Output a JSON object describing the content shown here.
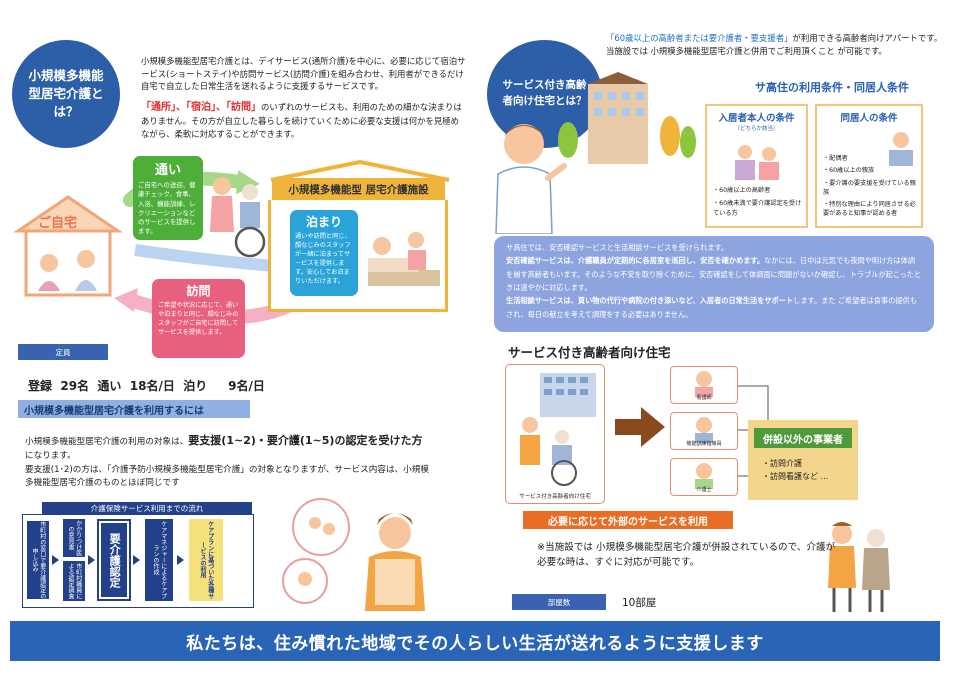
{
  "left": {
    "circle_title": "小規模多機能型居宅介護とは？",
    "intro": "小規模多機能型居宅介護とは、デイサービス(通所介護)を中心に、必要に応じて宿泊サービス(ショートステイ)や訪問サービス(訪問介護)を組み合わせ、利用者ができるだけ自宅で自立した日常生活を送れるように支援するサービスです。",
    "highlight": "「通所」、「宿泊」、「訪問」",
    "intro2": "のいずれのサービスも、利用のための細かな決まりはありません。その方が自立した暮らしを続けていくために必要な支援は何かを見極めながら、柔軟に対応することができます。",
    "home_label": "ご自宅",
    "tsuui": {
      "title": "通い",
      "body": "ご自宅への送迎、健康チェック、食事、入浴、機能訓練、レクリエーションなどのサービスを提供します。"
    },
    "facility_title": "小規模多機能型 居宅介護施設",
    "tomari": {
      "title": "泊まり",
      "body": "通いや訪問と同じ、顔なじみのスタッフが一緒に泊まってサービスを提供します。安心してお泊まりいただけます。"
    },
    "houmon": {
      "title": "訪問",
      "body": "ご希望や状況に応じて、通いや泊まりと同じ、顔なじみのスタッフがご自宅に訪問してサービスを提供します。"
    },
    "capacity_tag": "定員",
    "capacity_line": "登録  29名  通い  18名/日  泊り     9名/日",
    "use_section": "小規模多機能型居宅介護を利用するには",
    "use_text1": "小規模多機能型居宅介護の利用の対象は、",
    "use_text_bold": "要支援(1~2)・要介護(1~5)の認定を受けた方",
    "use_text2": "になります。",
    "use_text3": "要支援(1･2)の方は、「介護予防小規模多機能型居宅介護」の対象となりますが、サービス内容は、小規模多機能型居宅介護のものとほぼ同じです",
    "flow_title": "介護保険サービス利用までの流れ",
    "flow_steps": [
      "市町村の窓口で要介護認定の申し込み",
      "かかりつけ医の意見書",
      "市町村職員による認定調査",
      "要介護認定",
      "ケアマネジャーによるケアプランの作成",
      "ケアプランに基づいた各種サービスの利用"
    ]
  },
  "right": {
    "circle_title": "サービス付き高齢者向け住宅とは？",
    "top_blue": "「60歳以上の高齢者または要介護者・要支援者」",
    "top_text1": "が利用できる高齢者向けアパートです。当施設では 小規模多機能型居宅介護と併用でご利用頂くこと が可能です。",
    "cond_title": "サ高住の利用条件・同居人条件",
    "cond1": {
      "head": "入居者本人の条件",
      "sub": "（どちらか該当）",
      "items": [
        "・60歳以上の高齢者",
        "・60歳未満で要介護認定を受けている方"
      ]
    },
    "cond2": {
      "head": "同居人の条件",
      "items": [
        "・配偶者",
        "・60歳以上の親族",
        "・要介護の要支援を受けている親族",
        "・特別な理由により同居させる必要があると知事が認める者"
      ]
    },
    "services": {
      "line1": "サ高住では、安否確認サービスと生活相談サービスを受けられます。",
      "anpi_label": "安否確認サービス",
      "anpi_bold": "は、介護職員が定期的に各居室を巡回し、安否を確かめます。",
      "anpi_rest": "なかには、日中は元気でも夜間や明け方は体調を崩す高齢者もいます。そのような不安を取り除くために、安否確認をして体調面に問題がないか確認し、トラブルが起こったときは速やかに対応します。",
      "seikatsu_label": "生活相談サービス",
      "seikatsu_bold": "は、買い物の代行や病院の付き添いなど、入居者の日常生活をサポート",
      "seikatsu_rest": "します。また ご希望者は食事の提供もされ、毎日の献立を考えて調理をする必要はありません。"
    },
    "svc_title": "サービス付き高齢者向け住宅",
    "svc_pic_label": "サービス付き高齢者向け住宅",
    "svc_people": [
      "看護師",
      "機能訓練指導員",
      "介護士"
    ],
    "other_head": "併設以外の事業者",
    "other_items": [
      "・訪問介護",
      "・訪問看護など ..."
    ],
    "orange_bar": "必要に応じて外部のサービスを利用",
    "note": "※当施設では 小規模多機能型居宅介護が併設されているので、介護が必要な時は、すぐに対応が可能です。",
    "room_tag": "部屋数",
    "room_value": "10部屋"
  },
  "footer": "私たちは、住み慣れた地域でその人らしい生活が送れるように支援します",
  "colors": {
    "brand_blue": "#2d5fa8",
    "tsuui_green": "#4eae3a",
    "tomari_blue": "#2aa3d8",
    "houmon_pink": "#e8607e",
    "facility_orange": "#f0b43a",
    "services_box": "#8ea4df",
    "orange_bar": "#ea6d25",
    "footer_blue": "#2a64b6"
  }
}
